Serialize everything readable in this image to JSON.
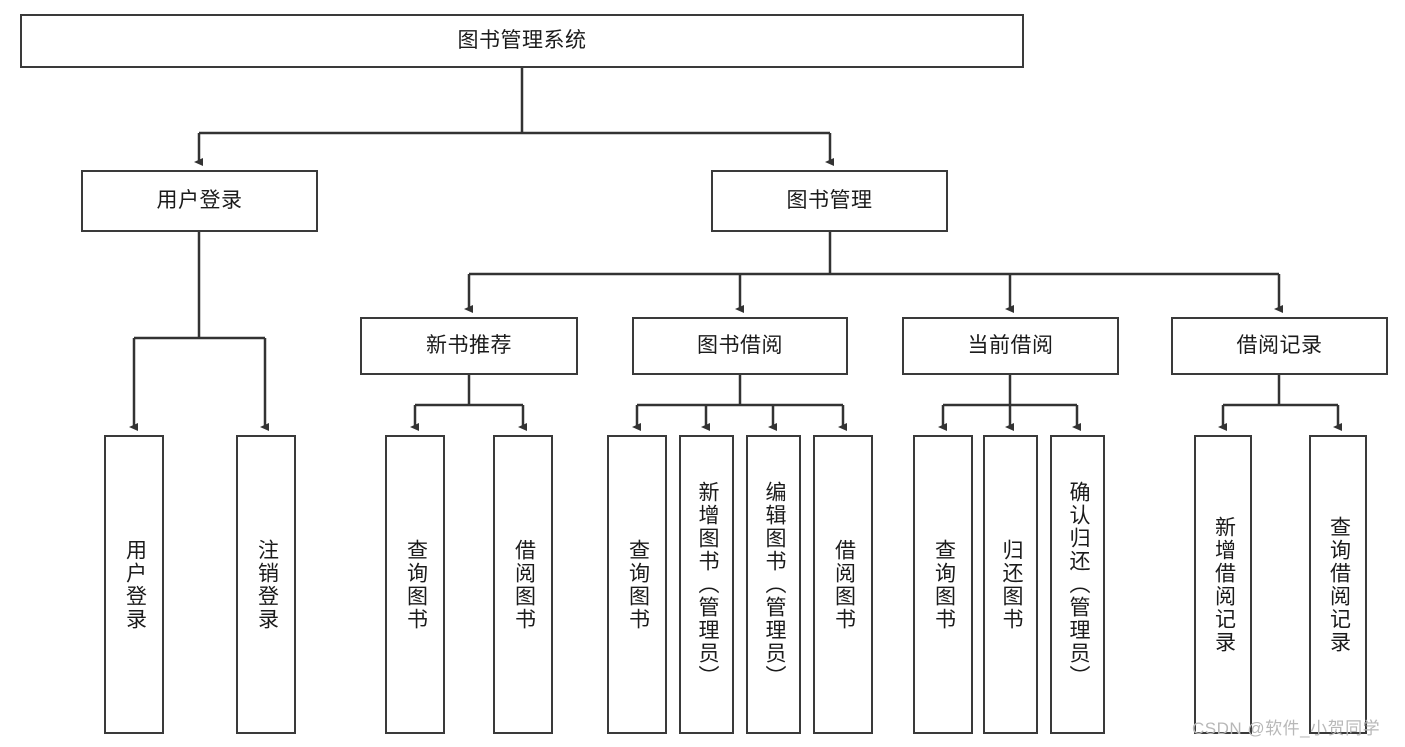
{
  "diagram": {
    "title": "图书管理系统",
    "type": "hierarchy-tree",
    "colors": {
      "box_border": "#3a3a3a",
      "box_fill": "#ffffff",
      "connector": "#333333",
      "text": "#1b1b1b",
      "watermark": "#b8b8b8"
    },
    "levels": {
      "root": {
        "id": "root",
        "label": "图书管理系统"
      },
      "level2": [
        {
          "id": "user-login",
          "label": "用户登录"
        },
        {
          "id": "book-management",
          "label": "图书管理"
        }
      ],
      "level3": [
        {
          "id": "new-book-recommend",
          "label": "新书推荐",
          "parent": "book-management"
        },
        {
          "id": "book-borrow",
          "label": "图书借阅",
          "parent": "book-management"
        },
        {
          "id": "current-borrow",
          "label": "当前借阅",
          "parent": "book-management"
        },
        {
          "id": "borrow-record",
          "label": "借阅记录",
          "parent": "book-management"
        }
      ],
      "leaves": [
        {
          "id": "leaf-user-login",
          "label": "用户登录",
          "parent": "user-login"
        },
        {
          "id": "leaf-logout",
          "label": "注销登录",
          "parent": "user-login"
        },
        {
          "id": "leaf-query-book-1",
          "label": "查询图书",
          "parent": "new-book-recommend"
        },
        {
          "id": "leaf-borrow-book-1",
          "label": "借阅图书",
          "parent": "new-book-recommend"
        },
        {
          "id": "leaf-query-book-2",
          "label": "查询图书",
          "parent": "book-borrow"
        },
        {
          "id": "leaf-add-book",
          "label": "新增图书（管理员）",
          "parent": "book-borrow"
        },
        {
          "id": "leaf-edit-book",
          "label": "编辑图书（管理员）",
          "parent": "book-borrow"
        },
        {
          "id": "leaf-borrow-book-2",
          "label": "借阅图书",
          "parent": "book-borrow"
        },
        {
          "id": "leaf-query-book-3",
          "label": "查询图书",
          "parent": "current-borrow"
        },
        {
          "id": "leaf-return-book",
          "label": "归还图书",
          "parent": "current-borrow"
        },
        {
          "id": "leaf-confirm-return",
          "label": "确认归还（管理员）",
          "parent": "current-borrow"
        },
        {
          "id": "leaf-add-record",
          "label": "新增借阅记录",
          "parent": "borrow-record"
        },
        {
          "id": "leaf-query-record",
          "label": "查询借阅记录",
          "parent": "borrow-record"
        }
      ]
    },
    "watermark": "CSDN @软件_小贺同学"
  }
}
